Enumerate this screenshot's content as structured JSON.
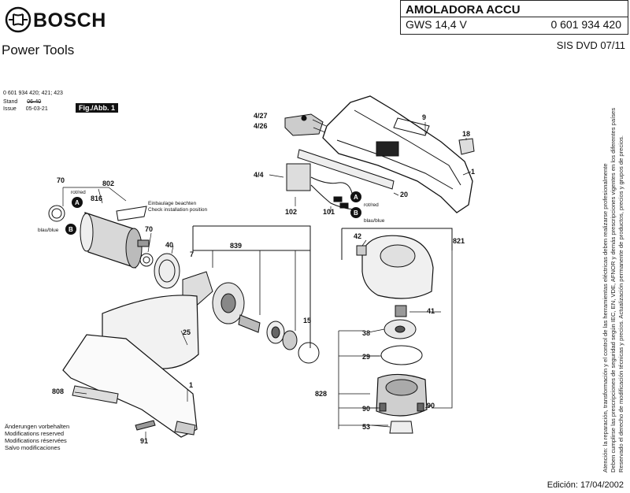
{
  "header": {
    "brand": "BOSCH",
    "subtitle": "Power Tools",
    "product_name": "AMOLADORA ACCU",
    "model": "GWS 14,4 V",
    "part_number": "0 601 934 420",
    "doc_code": "SIS DVD 07/11"
  },
  "meta": {
    "line1": "0 601 934 420; 421; 423",
    "line2": "Stand",
    "line2_val": "06-40",
    "line3": "Issue",
    "line3_val": "05-03-21",
    "figure_label": "Fig./Abb. 1"
  },
  "notes": {
    "install_de": "Einbaulage beachten",
    "install_en": "Check installation position",
    "mod_de": "Änderungen vorbehalten",
    "mod_en": "Modifications reserved",
    "mod_fr": "Modifications réservées",
    "mod_es": "Salvo modificaciones",
    "edition": "Edición: 17/04/2002",
    "legal": [
      "Atención: la reparación, transformación y el control de las herramientas eléctricas deben realizarse profesionalmente",
      "Deben cumplirse las prescripciones de seguridad según IEC, EN, VDE, AFNOR y demás prescripciones vigentes en los diferentes países",
      "Reservado el derecho de modificación técnicas y precios. Actualización permanente de productos, precios y grupos de precios."
    ]
  },
  "wire_labels": {
    "rot": "rot/red",
    "blau": "blau/blue"
  },
  "part_labels": {
    "p70a": "70",
    "p802": "802",
    "p816": "816",
    "p70b": "70",
    "p40": "40",
    "p7": "7",
    "p839": "839",
    "p15": "15",
    "p25": "25",
    "p808": "808",
    "p1b": "1",
    "p91": "91",
    "p4_27": "4/27",
    "p4_26": "4/26",
    "p4_4": "4/4",
    "p102": "102",
    "p101": "101",
    "p9": "9",
    "p18": "18",
    "p1a": "1",
    "p20": "20",
    "p42": "42",
    "p821": "821",
    "p41": "41",
    "p38": "38",
    "p29": "29",
    "p828": "828",
    "p90a": "90",
    "p90b": "90",
    "p53": "53",
    "A1": "A",
    "A2": "A",
    "B1": "B",
    "B2": "B"
  }
}
